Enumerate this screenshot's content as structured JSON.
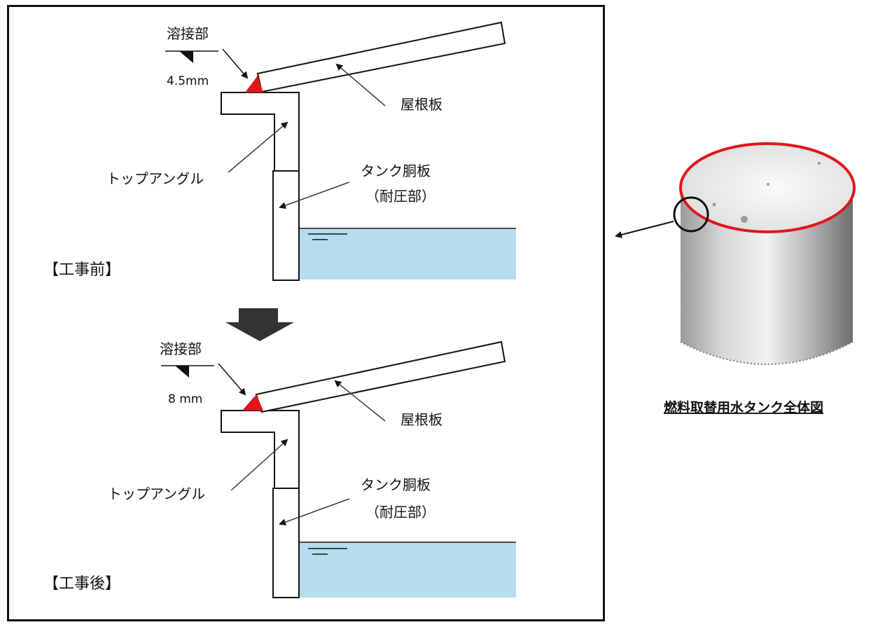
{
  "before": {
    "section_title": "【工事前】",
    "weld_label": "溶接部",
    "weld_size": "4.5mm",
    "roof_label": "屋根板",
    "angle_label": "トップアングル",
    "shell_label": "タンク胴板",
    "shell_sub": "（耐圧部）"
  },
  "after": {
    "section_title": "【工事後】",
    "weld_label": "溶接部",
    "weld_size": "8 mm",
    "roof_label": "屋根板",
    "angle_label": "トップアングル",
    "shell_label": "タンク胴板",
    "shell_sub": "（耐圧部）"
  },
  "tank": {
    "caption": "燃料取替用水タンク全体図"
  },
  "colors": {
    "water": "#b6dcef",
    "weld": "#e0161b",
    "highlight": "#e0161b",
    "arrow": "#3c3c3c",
    "outline": "#111111"
  }
}
